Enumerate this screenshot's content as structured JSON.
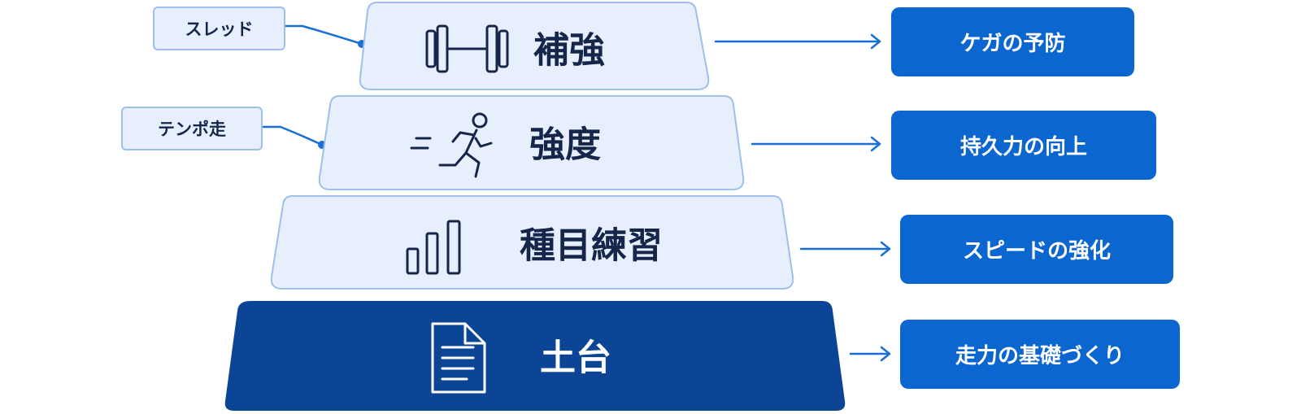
{
  "tiers": [
    {
      "label": "補強",
      "icon": "dumbbell-icon",
      "note": "スレッド",
      "result": "ケガの予防"
    },
    {
      "label": "強度",
      "icon": "running-person-icon",
      "note": "テンポ走",
      "result": "持久力の向上"
    },
    {
      "label": "種目練習",
      "icon": "bar-chart-icon",
      "result": "スピードの強化"
    },
    {
      "label": "土台",
      "icon": "document-icon",
      "result": "走力の基礎づくり"
    }
  ],
  "colors": {
    "tier_fill": "#e6effb",
    "tier_border": "#9ebfea",
    "base_fill": "#0c4596",
    "result_fill": "#0b66d0",
    "arrow": "#1a6fd6",
    "text_dark": "#15264a"
  }
}
